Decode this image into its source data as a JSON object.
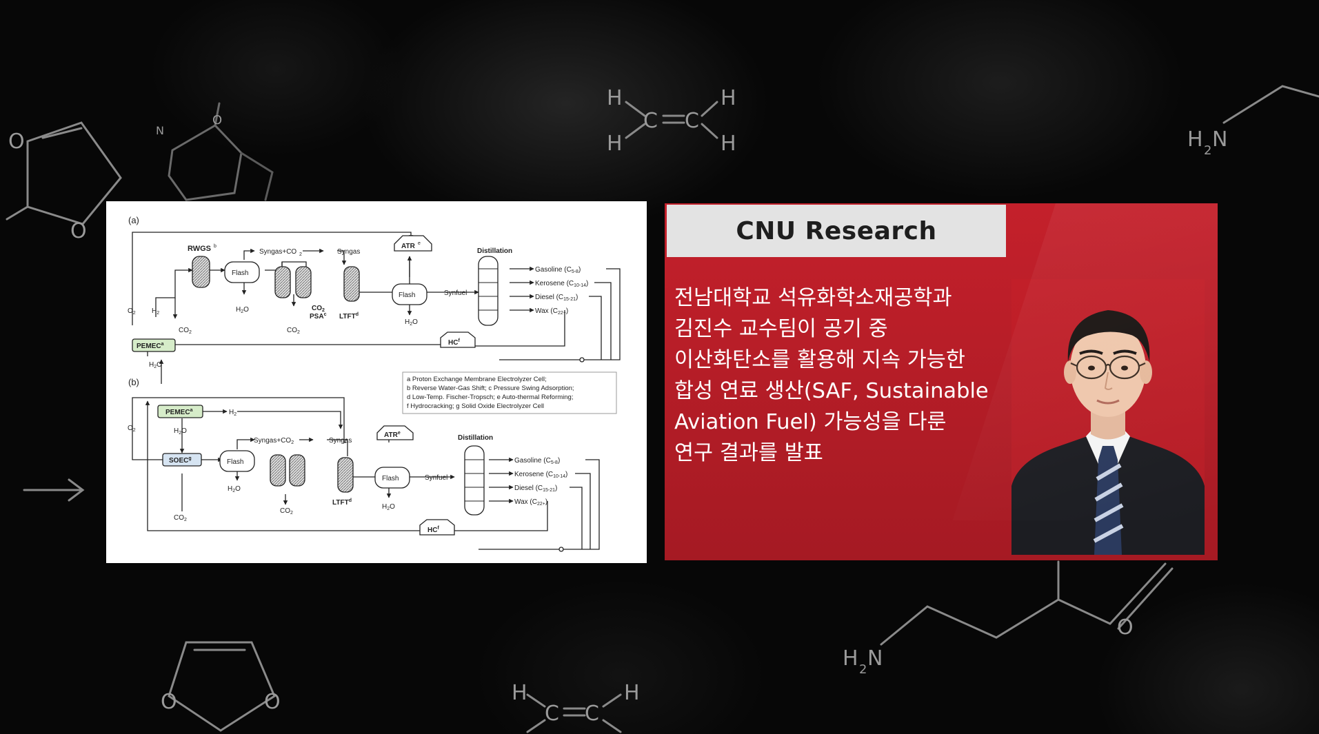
{
  "background": {
    "labels": {
      "o1": "O",
      "o2": "O",
      "o3": "O",
      "o4": "O",
      "o5": "O",
      "o6": "O",
      "h": "H",
      "c": "C",
      "h2n": "H",
      "h2n_sub": "2",
      "n": "N",
      "n_small": "N"
    },
    "arrow_glyph": "→"
  },
  "diagram": {
    "panel_a": {
      "label": "(a)",
      "rwgs": "RWGS",
      "rwgs_sup": "b",
      "flash1": "Flash",
      "flash2": "Flash",
      "syngas_co2": "Syngas+CO",
      "co2_sub": "2",
      "syngas": "Syngas",
      "atr": "ATR",
      "atr_sup": "e",
      "distillation": "Distillation",
      "synfuel": "Synfuel",
      "gasoline": "Gasoline (C",
      "gasoline_sub": "5-8",
      "gasoline_end": ")",
      "kerosene": "Kerosene (C",
      "kerosene_sub": "10-14",
      "kerosene_end": ")",
      "diesel": "Diesel (C",
      "diesel_sub": "15-21",
      "diesel_end": ")",
      "wax": "Wax (C",
      "wax_sub": "22+",
      "wax_end": ")",
      "co2psa": "CO",
      "co2psa_sub": "2",
      "psa": "PSA",
      "psa_sup": "c",
      "ltft": "LTFT",
      "ltft_sup": "d",
      "h2o": "H",
      "h2o_sub": "2",
      "h2o_end": "O",
      "co2": "CO",
      "o2": "O",
      "o2_sub": "2",
      "h2": "H",
      "h2_sub": "2",
      "pemec": "PEMEC",
      "pemec_sup": "a",
      "hc": "HC",
      "hc_sup": "f"
    },
    "footnotes": [
      "a Proton Exchange Membrane Electrolyzer Cell;",
      "b Reverse Water-Gas Shift; c Pressure Swing Adsorption;",
      "d Low-Temp. Fischer-Tropsch; e Auto-thermal Reforming;",
      "f Hydrocracking; g Solid Oxide Electrolyzer Cell"
    ],
    "panel_b": {
      "label": "(b)",
      "pemec": "PEMEC",
      "pemec_sup": "a",
      "soec": "SOEC",
      "soec_sup": "g",
      "h2": "H",
      "h2_sub": "2",
      "h2o": "H",
      "h2o_sub": "2",
      "h2o_end": "O",
      "o2": "O",
      "o2_sub": "2",
      "co2": "CO",
      "co2_sub": "2",
      "flash1": "Flash",
      "flash2": "Flash",
      "syngas_co2": "Syngas+CO",
      "syngas": "Syngas",
      "atr": "ATR",
      "atr_sup": "e",
      "distillation": "Distillation",
      "synfuel": "Synfuel",
      "ltft": "LTFT",
      "ltft_sup": "d",
      "gasoline": "Gasoline (C",
      "gasoline_sub": "5-8",
      "gasoline_end": ")",
      "kerosene": "Kerosene (C",
      "kerosene_sub": "10-14",
      "kerosene_end": ")",
      "diesel": "Diesel (C",
      "diesel_sub": "15-21",
      "diesel_end": ")",
      "wax": "Wax (C",
      "wax_sub": "22+",
      "wax_end": ")",
      "hc": "HC",
      "hc_sup": "f"
    }
  },
  "info": {
    "header": "CNU Research",
    "lines": [
      "전남대학교 석유화학소재공학과",
      "김진수 교수팀이 공기 중",
      "이산화탄소를 활용해 지속 가능한",
      "합성 연료 생산(SAF, Sustainable",
      "Aviation Fuel) 가능성을 다룬",
      "연구 결과를 발표"
    ],
    "colors": {
      "panel": "#b81e28",
      "header_bg": "#e3e3e3",
      "header_text": "#1e1e1e"
    }
  }
}
